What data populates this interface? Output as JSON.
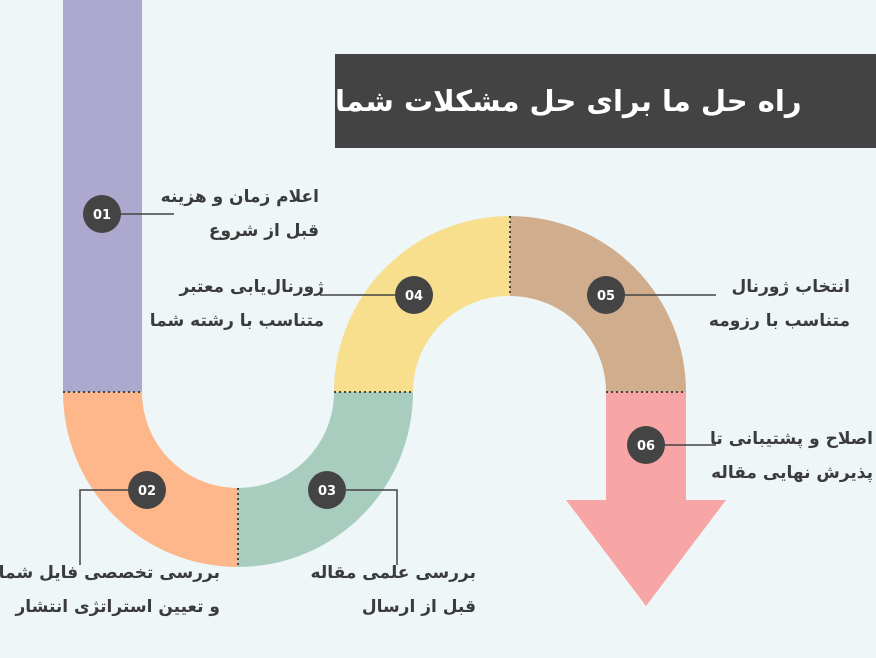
{
  "title": "راه حل ما برای حل مشکلات شما",
  "colors": {
    "step1": "#ada8cd",
    "step2": "#fdb78a",
    "step3": "#a8cdbe",
    "step4": "#f7df8e",
    "step5": "#d0ad8c",
    "step6": "#f7a5a5",
    "badge": "#444444",
    "title_bg": "#434343",
    "background": "#eef6f7"
  },
  "steps": [
    {
      "num": "01",
      "line1": "اعلام زمان و هزینه",
      "line2": "قبل از شروع"
    },
    {
      "num": "02",
      "line1": "بررسی تخصصی فایل شما",
      "line2": "و تعیین استراتژی انتشار"
    },
    {
      "num": "03",
      "line1": "بررسی علمی مقاله",
      "line2": "قبل از ارسال"
    },
    {
      "num": "04",
      "line1": "ژورنال‌یابی معتبر",
      "line2": "متناسب با رشته شما"
    },
    {
      "num": "05",
      "line1": "انتخاب ژورنال",
      "line2": "متناسب با رزومه"
    },
    {
      "num": "06",
      "line1": "اصلاح و پشتیبانی تا",
      "line2": "پذیرش نهایی مقاله"
    }
  ]
}
